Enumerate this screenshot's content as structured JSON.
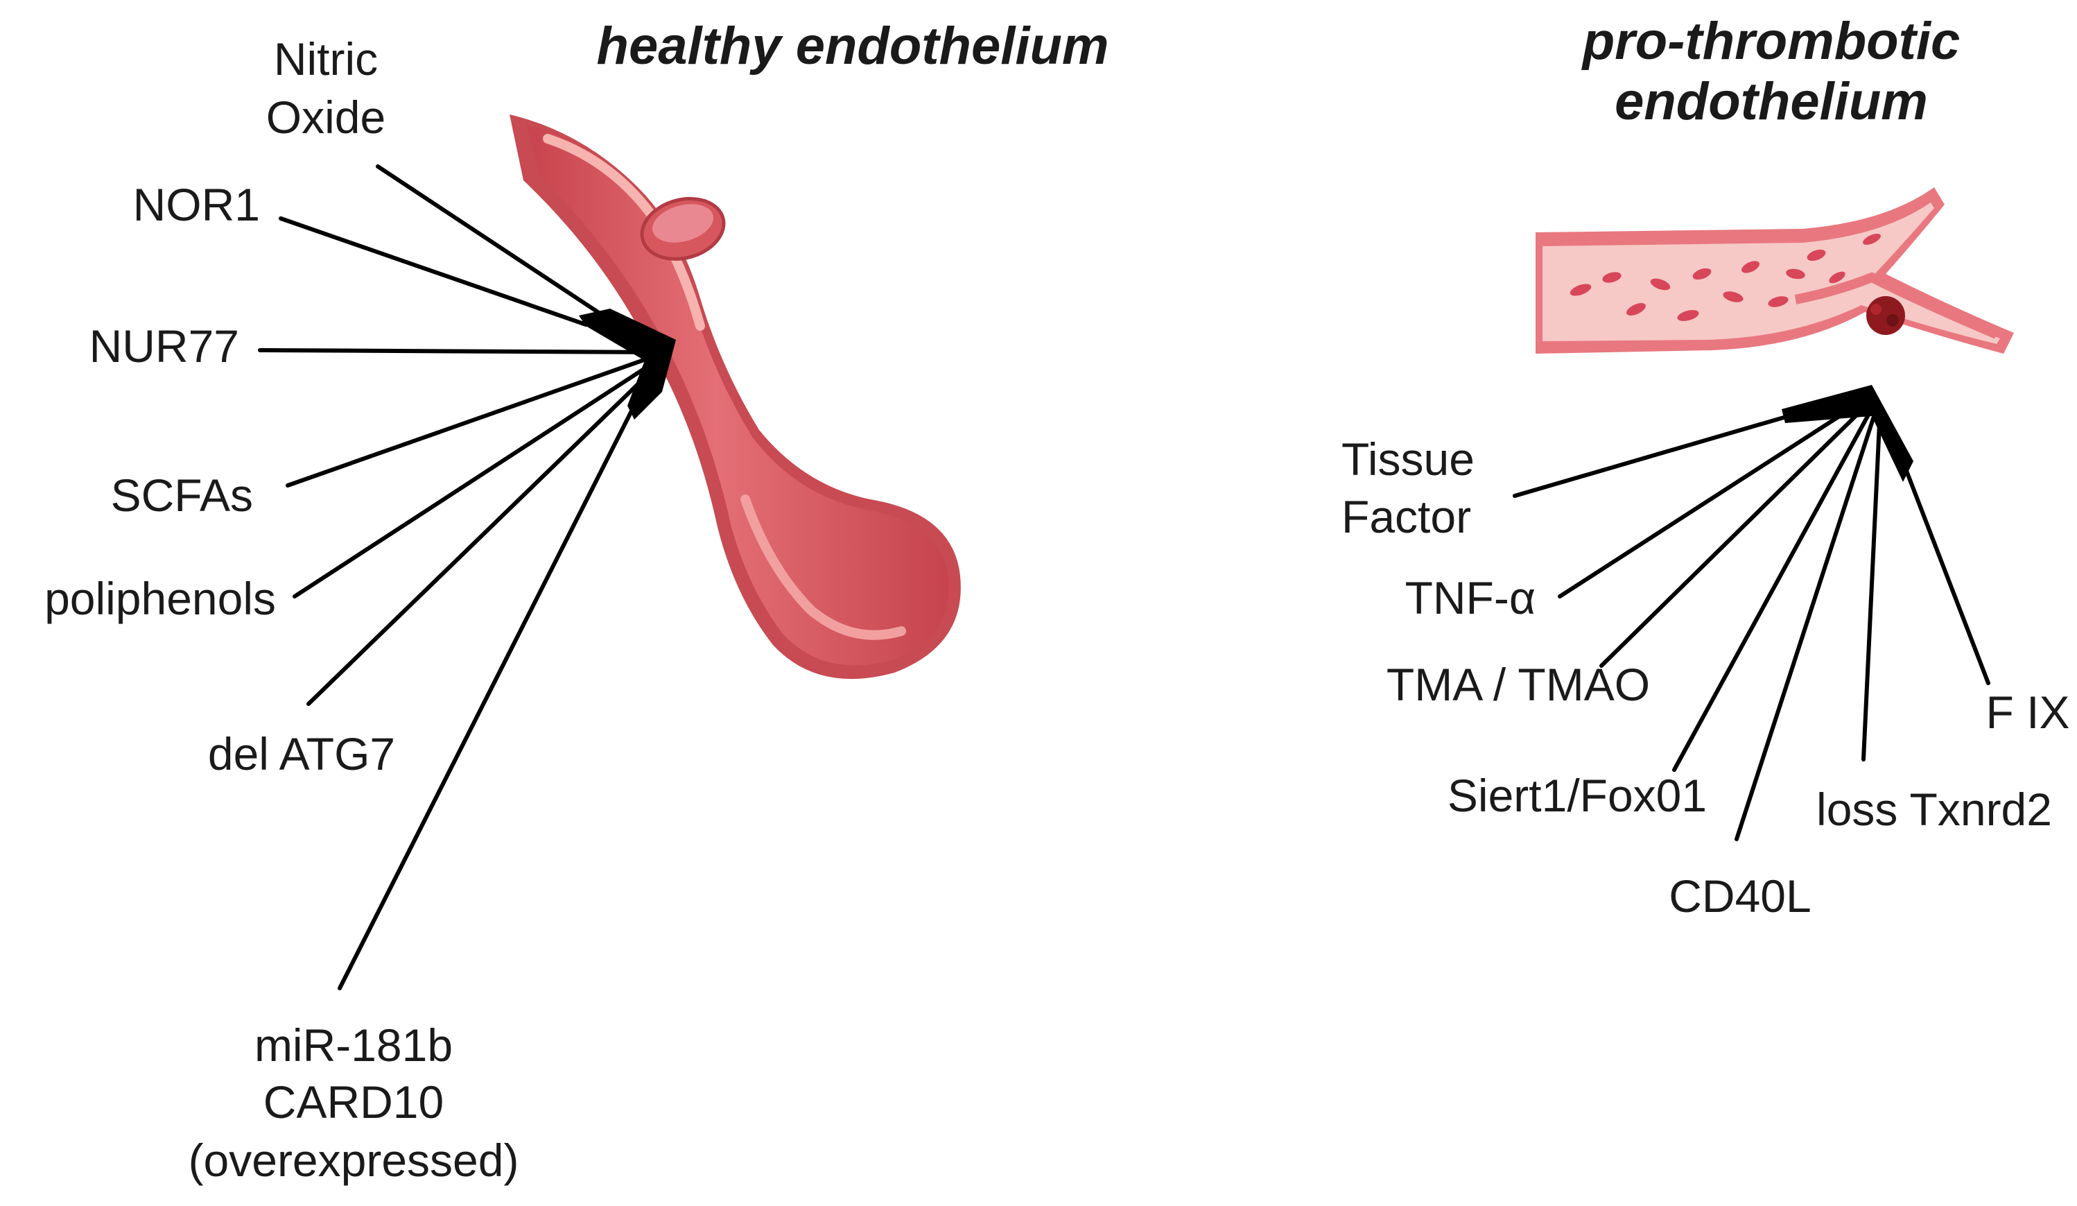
{
  "healthy": {
    "title": "healthy endothelium",
    "labels": {
      "nitric_line1": "Nitric",
      "nitric_line2": "Oxide",
      "nor1": "NOR1",
      "nur77": "NUR77",
      "scfas": "SCFAs",
      "poliphenols": "poliphenols",
      "del_atg7": "del ATG7",
      "mir_line1": "miR-181b",
      "mir_line2": "CARD10",
      "mir_line3": "(overexpressed)"
    }
  },
  "prothrombotic": {
    "title_line1": "pro-thrombotic",
    "title_line2": "endothelium",
    "labels": {
      "tissue_line1": "Tissue",
      "tissue_line2": "Factor",
      "tnf": "TNF-α",
      "tma": "TMA / TMAO",
      "siert": "Siert1/Fox01",
      "cd40l": "CD40L",
      "loss_txnrd2": "loss Txnrd2",
      "fix": "F IX"
    }
  },
  "colors": {
    "vessel_dark": "#c9444d",
    "vessel_mid": "#df6b72",
    "vessel_light": "#f4a5a4",
    "lumen": "#f6c9c6",
    "rbc": "#d8465a",
    "clot": "#8e1a1f"
  }
}
